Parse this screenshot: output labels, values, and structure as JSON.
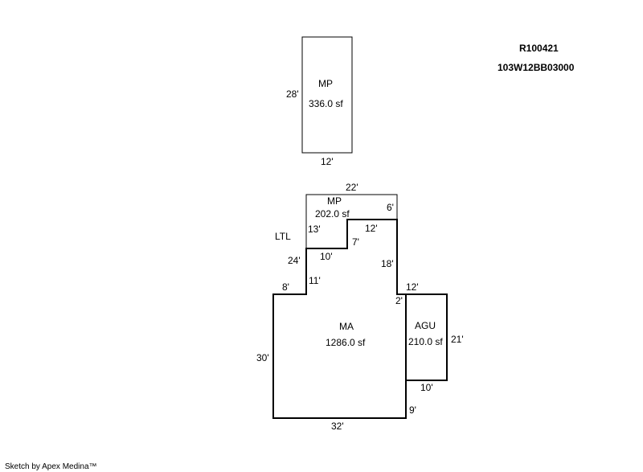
{
  "header": {
    "parcel_id": "R100421",
    "map_tax_lot": "103W12BB03000"
  },
  "footer": {
    "credit": "Sketch by Apex Medina™"
  },
  "areas": {
    "mp_detached": {
      "code": "MP",
      "area": "336.0 sf",
      "dims": {
        "left": "28'",
        "bottom": "12'"
      }
    },
    "mp_upper": {
      "code": "MP",
      "area": "202.0 sf",
      "dims": {
        "top": "22'",
        "right": "6'",
        "left": "13'"
      }
    },
    "ltl": {
      "label": "LTL"
    },
    "ma": {
      "code": "MA",
      "area": "1286.0 sf",
      "dims": {
        "top_step": "12'",
        "step_v1": "7'",
        "step_h": "10'",
        "left_upper": "24'",
        "left_lower": "11'",
        "step_h2": "8'",
        "right_upper": "18'",
        "right_step": "2'",
        "left": "30'",
        "bottom": "32'",
        "right_lower": "9'"
      }
    },
    "agu": {
      "code": "AGU",
      "area": "210.0 sf",
      "dims": {
        "top": "12'",
        "right": "21'",
        "bottom": "10'"
      }
    }
  }
}
